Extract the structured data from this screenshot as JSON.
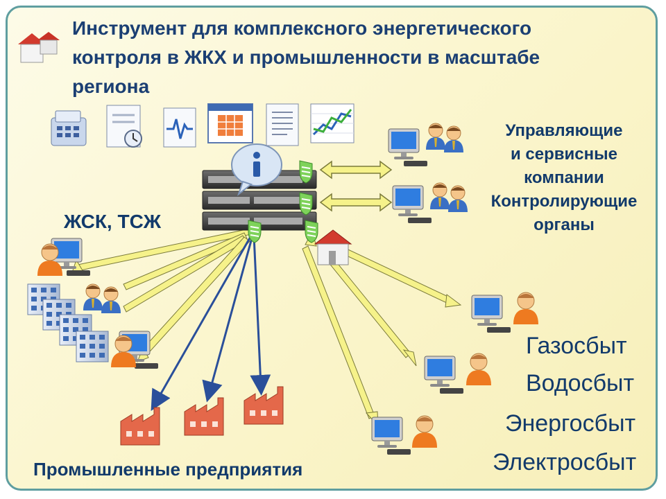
{
  "title": "Инструмент для комплексного энергетического контроля в ЖКХ и промышленности в масштабе региона",
  "labels": {
    "management": "Управляющие\nи сервисные\nкомпании\nКонтролирующие\nорганы",
    "hoa": "ЖСК, ТСЖ",
    "industry": "Промышленные предприятия"
  },
  "suppliers": [
    "Газосбыт",
    "Водосбыт",
    "Энергосбыт",
    "Электросбыт"
  ],
  "icons": {
    "logo": "house-logo-icon",
    "toolbar": [
      "calculator-icon",
      "document-clock-icon",
      "pulse-chart-icon",
      "calendar-icon",
      "text-document-icon",
      "line-chart-icon"
    ],
    "server": "server-rack-icon",
    "info": "info-icon"
  },
  "colors": {
    "title": "#1b3f73",
    "arrow_yellow": "#f6f28a",
    "arrow_blue": "#2a4f9a",
    "frame": "#5f9ea0",
    "shield": "#6cc04a"
  }
}
